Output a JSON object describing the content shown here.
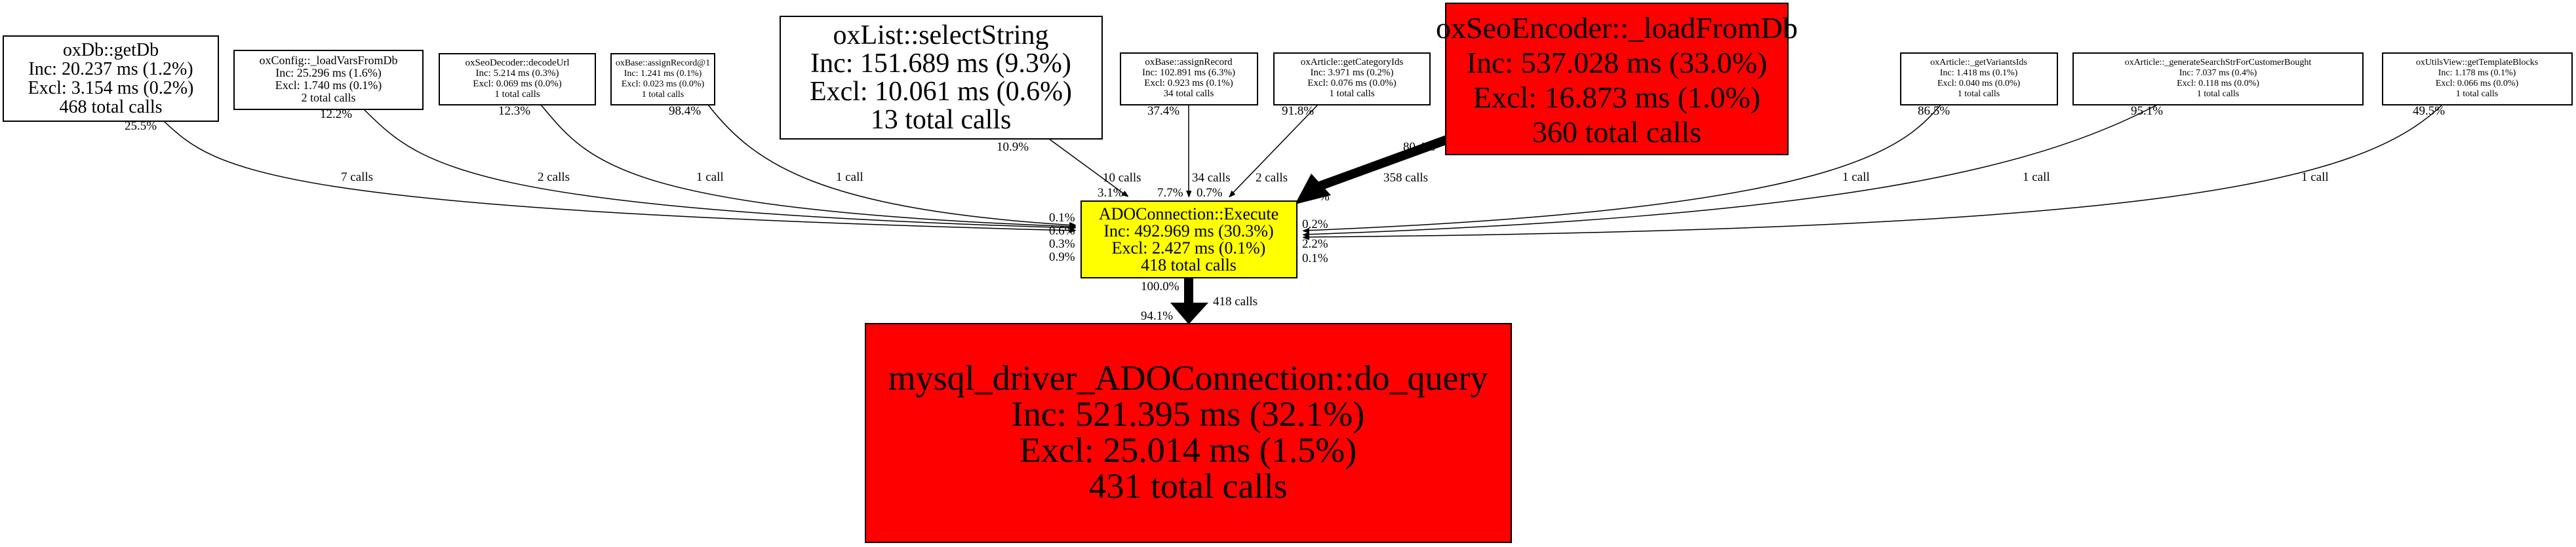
{
  "nodes": {
    "getDb": {
      "name": "oxDb::getDb",
      "inc": "Inc: 20.237 ms (1.2%)",
      "excl": "Excl: 3.154 ms (0.2%)",
      "calls": "468 total calls"
    },
    "loadVars": {
      "name": "oxConfig::_loadVarsFromDb",
      "inc": "Inc: 25.296 ms (1.6%)",
      "excl": "Excl: 1.740 ms (0.1%)",
      "calls": "2 total calls"
    },
    "decodeUrl": {
      "name": "oxSeoDecoder::decodeUrl",
      "inc": "Inc: 5.214 ms (0.3%)",
      "excl": "Excl: 0.069 ms (0.0%)",
      "calls": "1 total calls"
    },
    "assignRecord1": {
      "name": "oxBase::assignRecord@1",
      "inc": "Inc: 1.241 ms (0.1%)",
      "excl": "Excl: 0.023 ms (0.0%)",
      "calls": "1 total calls"
    },
    "selectString": {
      "name": "oxList::selectString",
      "inc": "Inc: 151.689 ms (9.3%)",
      "excl": "Excl: 10.061 ms (0.6%)",
      "calls": "13 total calls"
    },
    "assignRecord": {
      "name": "oxBase::assignRecord",
      "inc": "Inc: 102.891 ms (6.3%)",
      "excl": "Excl: 0.923 ms (0.1%)",
      "calls": "34 total calls"
    },
    "getCategoryIds": {
      "name": "oxArticle::getCategoryIds",
      "inc": "Inc: 3.971 ms (0.2%)",
      "excl": "Excl: 0.076 ms (0.0%)",
      "calls": "1 total calls"
    },
    "loadFromDb": {
      "name": "oxSeoEncoder::_loadFromDb",
      "inc": "Inc: 537.028 ms (33.0%)",
      "excl": "Excl: 16.873 ms (1.0%)",
      "calls": "360 total calls"
    },
    "getVariantsIds": {
      "name": "oxArticle::_getVariantsIds",
      "inc": "Inc: 1.418 ms (0.1%)",
      "excl": "Excl: 0.040 ms (0.0%)",
      "calls": "1 total calls"
    },
    "generateSearch": {
      "name": "oxArticle::_generateSearchStrForCustomerBought",
      "inc": "Inc: 7.037 ms (0.4%)",
      "excl": "Excl: 0.118 ms (0.0%)",
      "calls": "1 total calls"
    },
    "templateBlocks": {
      "name": "oxUtilsView::getTemplateBlocks",
      "inc": "Inc: 1.178 ms (0.1%)",
      "excl": "Excl: 0.066 ms (0.0%)",
      "calls": "1 total calls"
    },
    "execute": {
      "name": "ADOConnection::Execute",
      "inc": "Inc: 492.969 ms (30.3%)",
      "excl": "Excl: 2.427 ms (0.1%)",
      "calls": "418 total calls"
    },
    "doQuery": {
      "name": "mysql_driver_ADOConnection::do_query",
      "inc": "Inc: 521.395 ms (32.1%)",
      "excl": "Excl: 25.014 ms (1.5%)",
      "calls": "431 total calls"
    }
  },
  "edges": {
    "getDb": {
      "calls": "7 calls",
      "tail": "25.5%",
      "head": "0.9%"
    },
    "loadVars": {
      "calls": "2 calls",
      "tail": "12.2%",
      "head": "0.3%"
    },
    "decodeUrl": {
      "calls": "1 call",
      "tail": "12.3%",
      "head": "0.6%"
    },
    "assignRecord1": {
      "calls": "1 call",
      "tail": "98.4%",
      "head": "0.1%"
    },
    "selectString": {
      "calls": "10 calls",
      "tail": "10.9%",
      "head": "3.1%"
    },
    "assignRecord": {
      "calls": "34 calls",
      "tail": "37.4%",
      "head": "7.7%"
    },
    "getCategoryIds": {
      "calls": "2 calls",
      "tail": "91.8%",
      "head": "0.7%"
    },
    "loadFromDb": {
      "calls": "358 calls",
      "tail": "80.4%",
      "head": "%"
    },
    "getVariantsIds": {
      "calls": "1 call",
      "tail": "86.5%",
      "head": "0.2%"
    },
    "generateSearch": {
      "calls": "1 call",
      "tail": "95.1%",
      "head": "2.2%"
    },
    "templateBlocks": {
      "calls": "1 call",
      "tail": "49.5%",
      "head": "0.1%"
    },
    "doQuery": {
      "calls": "418 calls",
      "tail": "100.0%",
      "head": "94.1%"
    }
  },
  "colors": {
    "hot": "#ff0000",
    "warm": "#ffff00",
    "normal": "#ffffff"
  }
}
